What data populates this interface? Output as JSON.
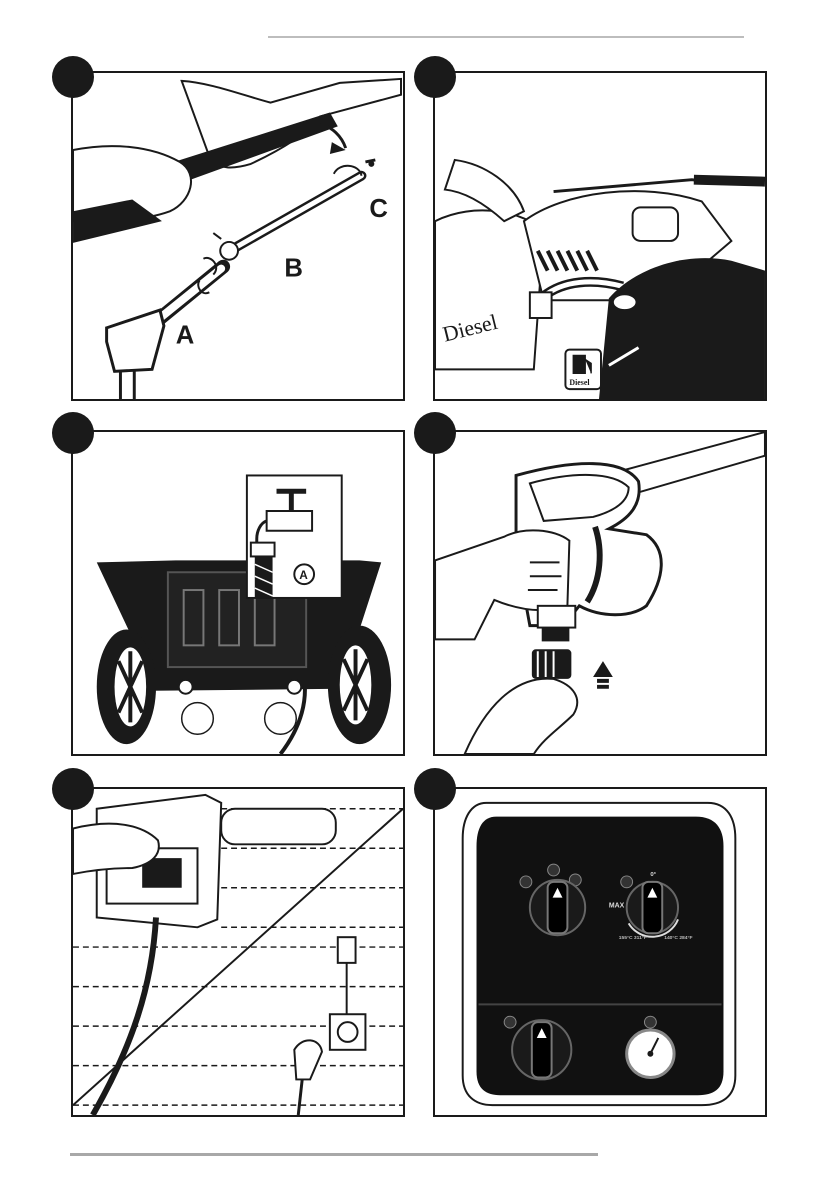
{
  "panel1": {
    "labels": {
      "a": "A",
      "b": "B",
      "c": "C"
    }
  },
  "panel2": {
    "tank_text": "Diesel",
    "icon_text": "Diesel"
  },
  "panel3": {
    "inset_label": "A"
  },
  "panel6": {
    "max_label": "MAX",
    "temp_zero": "0°",
    "temp_left": "155°C 311°F",
    "temp_right": "140°C 284°F"
  },
  "colors": {
    "ink": "#1a1a1a",
    "rule": "#bdbdbd",
    "panel_bg": "#ffffff",
    "control_bg": "#111111"
  }
}
